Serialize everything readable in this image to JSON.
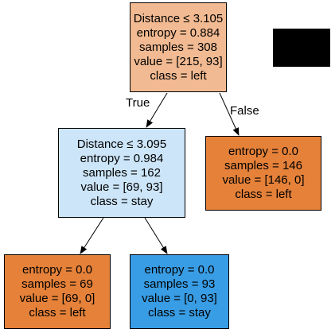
{
  "nodes": {
    "root": {
      "split": "Distance ≤ 3.105",
      "entropy": "entropy = 0.884",
      "samples": "samples = 308",
      "value": "value = [215, 93]",
      "class": "class = left",
      "fill": "#f2ba92"
    },
    "left": {
      "split": "Distance ≤ 3.095",
      "entropy": "entropy = 0.984",
      "samples": "samples = 162",
      "value": "value = [69, 93]",
      "class": "class = stay",
      "fill": "#cce5f8"
    },
    "right": {
      "entropy": "entropy = 0.0",
      "samples": "samples = 146",
      "value": "value = [146, 0]",
      "class": "class = left",
      "fill": "#e58139"
    },
    "left_left": {
      "entropy": "entropy = 0.0",
      "samples": "samples = 69",
      "value": "value = [69, 0]",
      "class": "class = left",
      "fill": "#e58139"
    },
    "left_right": {
      "entropy": "entropy = 0.0",
      "samples": "samples = 93",
      "value": "value = [0, 93]",
      "class": "class = stay",
      "fill": "#399de5"
    }
  },
  "edges": {
    "true_label": "True",
    "false_label": "False"
  },
  "colors": {
    "redaction": "#000000",
    "edge": "#000000"
  }
}
